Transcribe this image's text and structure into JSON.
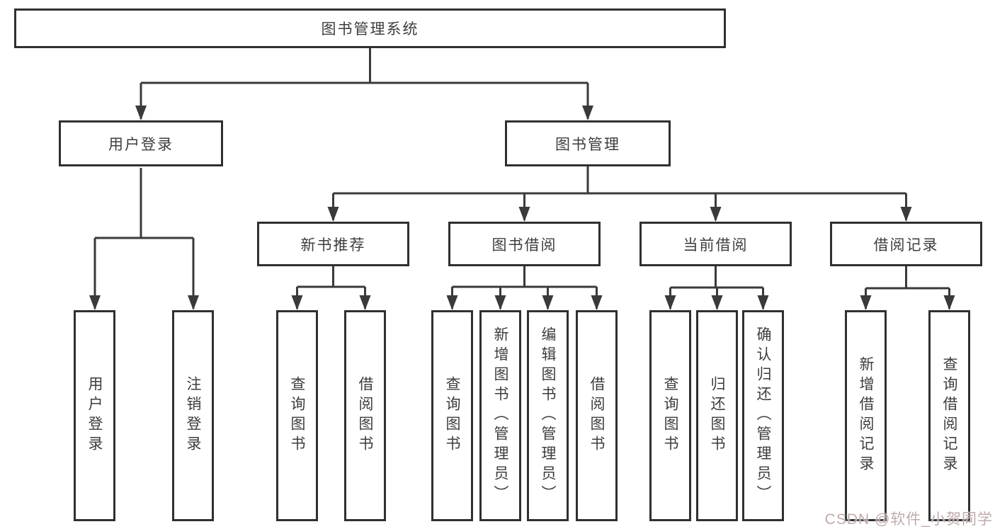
{
  "diagram_title": "图书管理系统",
  "nodes": {
    "root": "图书管理系统",
    "level2": [
      "用户登录",
      "图书管理"
    ],
    "level3": [
      "新书推荐",
      "图书借阅",
      "当前借阅",
      "借阅记录"
    ],
    "leaves_user_login": [
      "用户登录",
      "注销登录"
    ],
    "leaves_new_books": [
      "查询图书",
      "借阅图书"
    ],
    "leaves_book_borrow": [
      "查询图书",
      "新增图书（管理员）",
      "编辑图书（管理员）",
      "借阅图书"
    ],
    "leaves_current_borrow": [
      "查询图书",
      "归还图书",
      "确认归还（管理员）"
    ],
    "leaves_borrow_records": [
      "新增借阅记录",
      "查询借阅记录"
    ]
  },
  "watermark": {
    "text": "CSDN @软件_小贺同学",
    "color": "#c0abab"
  },
  "colors": {
    "background": "#ffffff",
    "box_border": "#303030",
    "connector_line": "#3a3a3a",
    "text": "#3d3d3d"
  }
}
